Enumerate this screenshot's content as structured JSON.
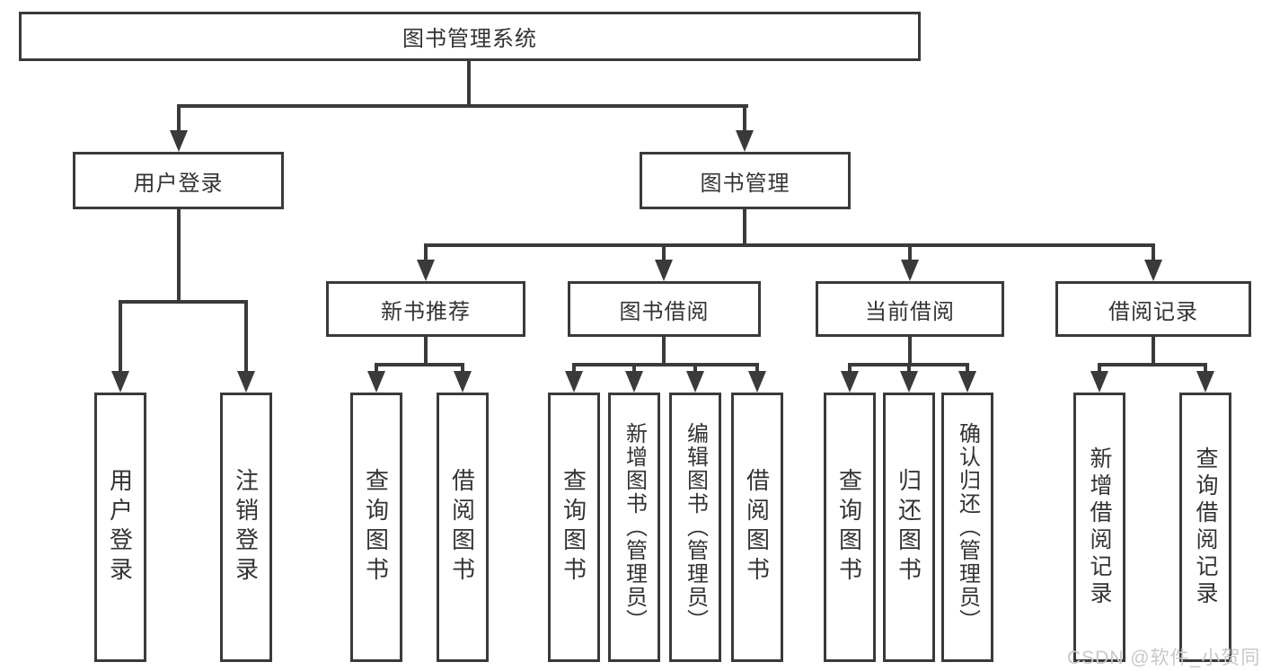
{
  "tree": {
    "root": "图书管理系统",
    "user": {
      "label": "用户登录",
      "children": [
        "用户登录",
        "注销登录"
      ]
    },
    "mgmt": {
      "label": "图书管理",
      "sections": [
        {
          "label": "新书推荐",
          "children": [
            "查询图书",
            "借阅图书"
          ]
        },
        {
          "label": "图书借阅",
          "children": [
            "查询图书",
            "新增图书（管理员）",
            "编辑图书（管理员）",
            "借阅图书"
          ]
        },
        {
          "label": "当前借阅",
          "children": [
            "查询图书",
            "归还图书",
            "确认归还（管理员）"
          ]
        },
        {
          "label": "借阅记录",
          "children": [
            "新增借阅记录",
            "查询借阅记录"
          ]
        }
      ]
    }
  },
  "watermark": "CSDN @软件_小贺同学",
  "colors": {
    "line": "#3a3a3a",
    "border": "#3a3a3a",
    "text": "#333333",
    "watermark": "#c8c8c8",
    "background": "#ffffff"
  }
}
